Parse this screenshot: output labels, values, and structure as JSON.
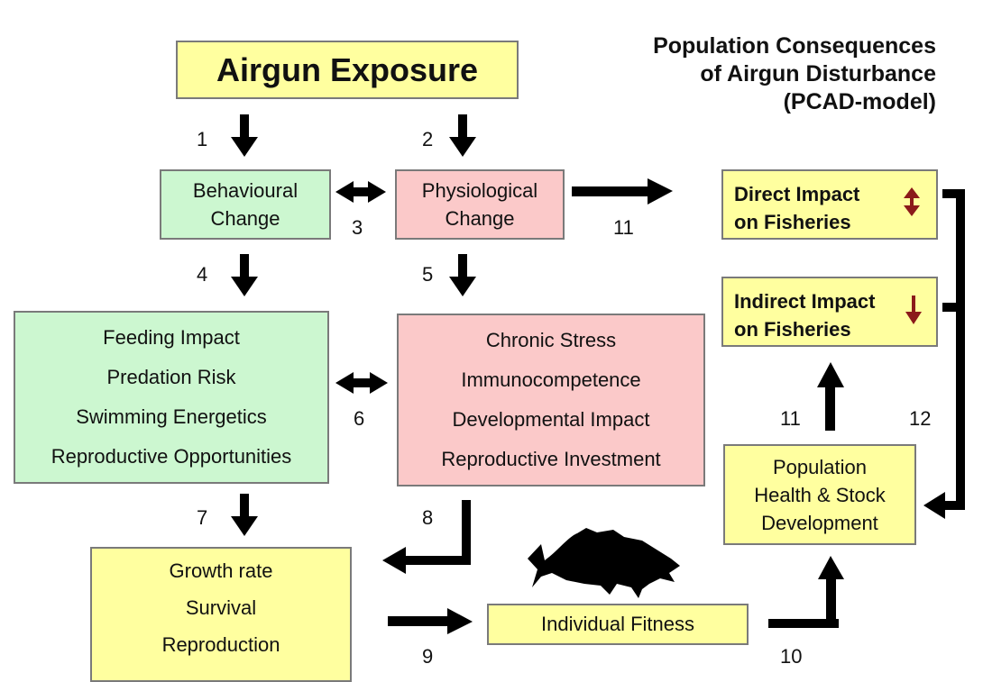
{
  "title_lines": [
    "Population Consequences",
    "of Airgun Disturbance",
    "(PCAD-model)"
  ],
  "airgun": "Airgun Exposure",
  "behavioural": [
    "Behavioural",
    "Change"
  ],
  "physiological": [
    "Physiological",
    "Change"
  ],
  "direct_impact": [
    "Direct Impact",
    "on Fisheries"
  ],
  "indirect_impact": [
    "Indirect Impact",
    "on Fisheries"
  ],
  "feeding_list": [
    "Feeding Impact",
    "Predation Risk",
    "Swimming Energetics",
    "Reproductive Opportunities"
  ],
  "stress_list": [
    "Chronic Stress",
    "Immunocompetence",
    "Developmental Impact",
    "Reproductive Investment"
  ],
  "growth_list": [
    "Growth rate",
    "Survival",
    "Reproduction"
  ],
  "population": [
    "Population",
    "Health & Stock",
    "Development"
  ],
  "fitness": "Individual Fitness",
  "numbers": {
    "n1": "1",
    "n2": "2",
    "n3": "3",
    "n4": "4",
    "n5": "5",
    "n6": "6",
    "n7": "7",
    "n8": "8",
    "n9": "9",
    "n10": "10",
    "n11a": "11",
    "n11b": "11",
    "n12": "12"
  },
  "colors": {
    "yellow": "#ffff9f",
    "green": "#ccf7d0",
    "pink": "#fbc9c9",
    "impact_arrow": "#8b1a1a"
  }
}
